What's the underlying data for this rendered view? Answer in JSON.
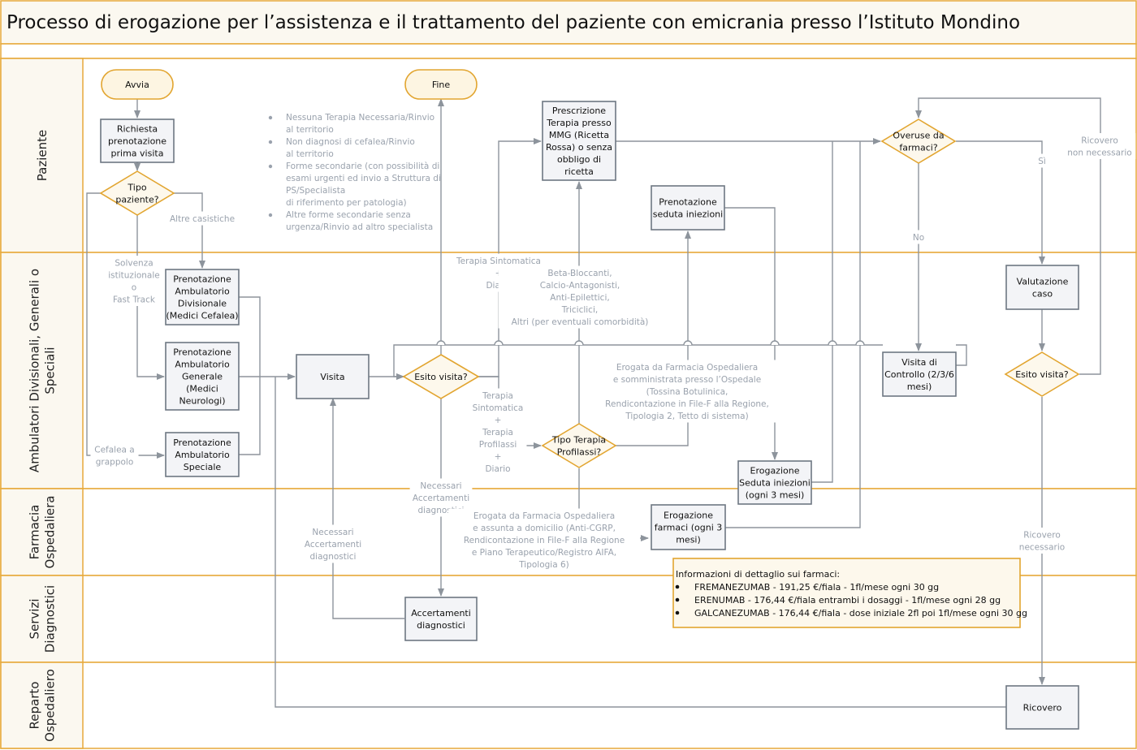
{
  "title": "Processo di erogazione per l’assistenza e il trattamento del paziente con emicrania presso l’Istituto Mondino",
  "lanes": [
    {
      "id": "paziente",
      "label": [
        "Paziente"
      ]
    },
    {
      "id": "ambulatori",
      "label": [
        "Ambulatori Divisionali, Generali o",
        "Speciali"
      ]
    },
    {
      "id": "farmacia",
      "label": [
        "Farmacia",
        "Ospedaliera"
      ]
    },
    {
      "id": "servizi",
      "label": [
        "Servizi",
        "Diagnostici"
      ]
    },
    {
      "id": "reparto",
      "label": [
        "Reparto",
        "Ospedaliero"
      ]
    }
  ],
  "nodes": {
    "avvia": [
      "Avvia"
    ],
    "fine": [
      "Fine"
    ],
    "richiesta": [
      "Richiesta",
      "prenotazione",
      "prima visita"
    ],
    "tipo_paziente": [
      "Tipo",
      "paziente?"
    ],
    "prescrizione": [
      "Prescrizione",
      "Terapia presso",
      "MMG (Ricetta",
      "Rossa) o senza",
      "obbligo di",
      "ricetta"
    ],
    "prenot_seduta": [
      "Prenotazione",
      "seduta iniezioni"
    ],
    "overuse": [
      "Overuse da",
      "farmaci?"
    ],
    "prenot_divisionale": [
      "Prenotazione",
      "Ambulatorio",
      "Divisionale",
      "(Medici Cefalea)"
    ],
    "prenot_generale": [
      "Prenotazione",
      "Ambulatorio",
      "Generale",
      "(Medici",
      "Neurologi)"
    ],
    "prenot_speciale": [
      "Prenotazione",
      "Ambulatorio",
      "Speciale"
    ],
    "visita": [
      "Visita"
    ],
    "esito_visita_1": [
      "Esito visita?"
    ],
    "tipo_terapia": [
      "Tipo Terapia",
      "Profilassi?"
    ],
    "erogazione_seduta": [
      "Erogazione",
      "Seduta iniezioni",
      "(ogni 3 mesi)"
    ],
    "visita_controllo": [
      "Visita di",
      "Controllo (2/3/6",
      "mesi)"
    ],
    "valutazione": [
      "Valutazione",
      "caso"
    ],
    "esito_visita_2": [
      "Esito visita?"
    ],
    "erogazione_farmaci": [
      "Erogazione",
      "farmaci (ogni 3",
      "mesi)"
    ],
    "accertamenti": [
      "Accertamenti",
      "diagnostici"
    ],
    "ricovero": [
      "Ricovero"
    ]
  },
  "notes": {
    "bullets": [
      [
        "Nessuna Terapia Necessaria/Rinvio",
        "al territorio"
      ],
      [
        "Non diagnosi di cefalea/Rinvio",
        "al territorio"
      ],
      [
        "Forme secondarie (con possibilità di",
        "esami urgenti ed invio a Struttura di",
        "PS/Specialista",
        "di riferimento per patologia)"
      ],
      [
        "Altre forme secondarie senza",
        "urgenza/Rinvio ad altro specialista"
      ]
    ],
    "altre_casistiche": [
      "Altre casistiche"
    ],
    "solvenza": [
      "Solvenza",
      "istituzionale",
      "o",
      "Fast Track"
    ],
    "cefalea_grappolo": [
      "Cefalea a",
      "grappolo"
    ],
    "terapia_sintomatica_diario": [
      "Terapia Sintomatica",
      "+",
      "Diario"
    ],
    "beta_bloccanti": [
      "Beta-Bloccanti,",
      "Calcio-Antagonisti,",
      "Anti-Epilettici,",
      "Triciclici,",
      "Altri (per eventuali comorbidità)"
    ],
    "ricovero_non_necessario": [
      "Ricovero",
      "non necessario"
    ],
    "si": [
      "Sì"
    ],
    "no": [
      "No"
    ],
    "erogata_ospedale": [
      "Erogata da Farmacia Ospedaliera",
      "e somministrata presso l’Ospedale",
      "(Tossina Botulinica,",
      "Rendicontazione in File-F alla Regione,",
      "Tipologia 2, Tetto di sistema)"
    ],
    "terapia_sint_profilassi": [
      "Terapia",
      "Sintomatica",
      "+",
      "Terapia",
      "Profilassi",
      "+",
      "Diario"
    ],
    "necessari_accert_1": [
      "Necessari",
      "Accertamenti",
      "diagnostici"
    ],
    "necessari_accert_2": [
      "Necessari",
      "Accertamenti",
      "diagnostici"
    ],
    "erogata_domicilio": [
      "Erogata da Farmacia Ospedaliera",
      "e assunta a domicilio (Anti-CGRP,",
      "Rendicontazione in  File-F alla Regione",
      "e Piano Terapeutico/Registro AIFA,",
      "Tipologia 6)"
    ],
    "ricovero_necessario": [
      "Ricovero",
      "necessario"
    ]
  },
  "info_box": {
    "title": "Informazioni di dettaglio sui farmaci:",
    "items": [
      "FREMANEZUMAB - 191,25 €/fiala - 1fl/mese ogni 30 gg",
      "ERENUMAB - 176,44 €/fiala entrambi i dosaggi - 1fl/mese ogni 28 gg",
      "GALCANEZUMAB - 176,44 €/fiala - dose iniziale 2fl poi 1fl/mese ogni 30 gg"
    ]
  },
  "colors": {
    "lane_border": "#e7a93a",
    "lane_header_bg": "#fbf8f0",
    "box_fill": "#f3f4f7",
    "box_border": "#6e7782",
    "terminal_fill": "#fdf5e2",
    "decision_fill": "#fdf8ec",
    "decision_border": "#e2a530",
    "connector": "#8d949c",
    "note_text": "#9aa2ad",
    "info_border": "#e2a530",
    "info_bg": "#fdf8ec"
  }
}
